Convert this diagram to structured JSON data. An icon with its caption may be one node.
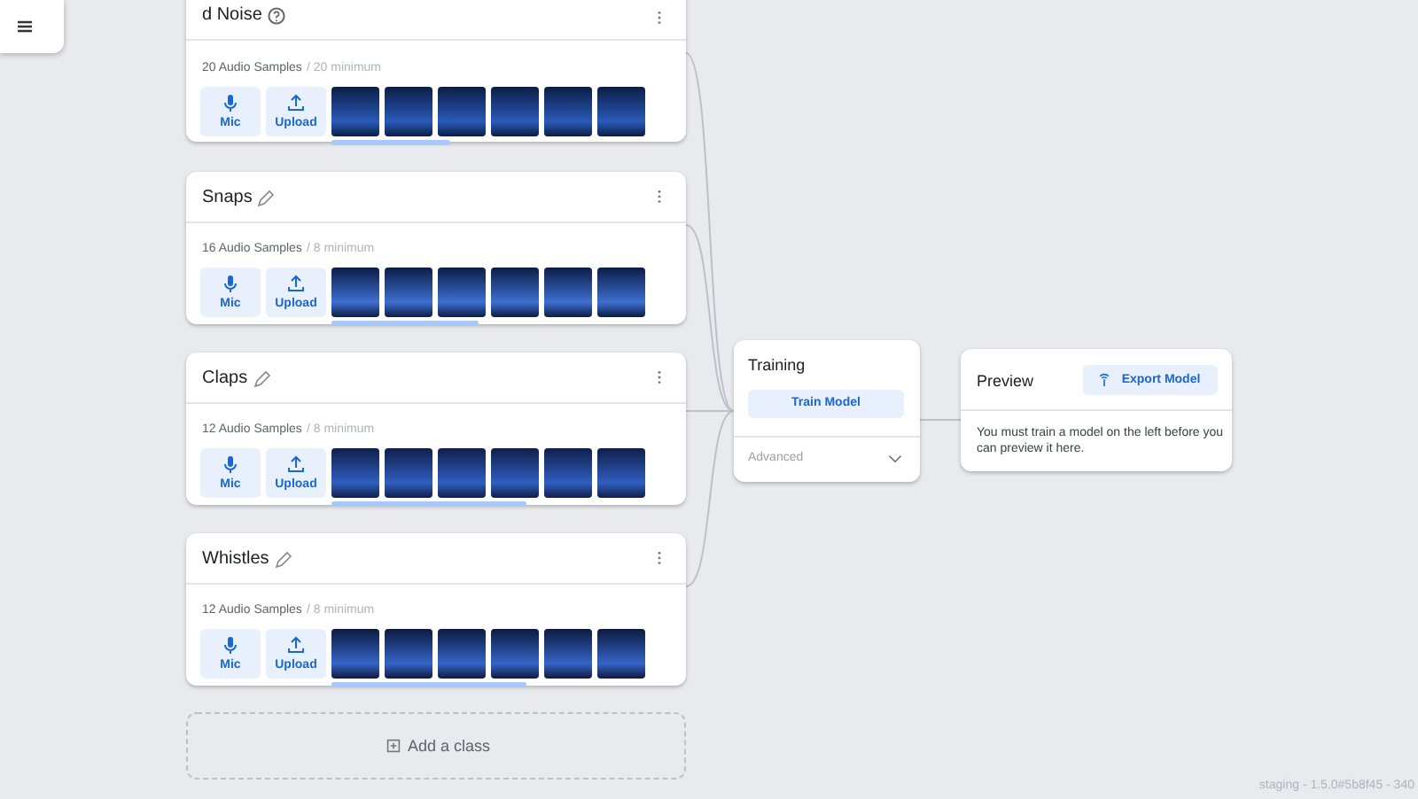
{
  "diagram": {
    "nodes": [
      {
        "text": [
          "d Noise",
          "20 Audio Samples",
          "/ 20 minimum"
        ]
      },
      {
        "text": [
          "Mic"
        ],
        "in": 0
      },
      {
        "text": [
          "Upload"
        ],
        "in": 0
      },
      {
        "text": [
          "Snaps",
          "16 Audio Samples",
          "/ 8 minimum"
        ]
      },
      {
        "text": [
          "Mic"
        ],
        "in": 3
      },
      {
        "text": [
          "Upload"
        ],
        "in": 3
      },
      {
        "text": [
          "Claps",
          "12 Audio Samples",
          "/ 8 minimum"
        ]
      },
      {
        "text": [
          "Mic"
        ],
        "in": 6
      },
      {
        "text": [
          "Upload"
        ],
        "in": 6
      },
      {
        "text": [
          "Whistles",
          "12 Audio Samples",
          "/ 8 minimum"
        ]
      },
      {
        "text": [
          "Mic"
        ],
        "in": 9
      },
      {
        "text": [
          "Upload"
        ],
        "in": 9
      },
      {
        "text": [
          "Add a class"
        ]
      },
      {
        "text": [
          "Training",
          "Advanced"
        ]
      },
      {
        "text": [
          "Train Model"
        ],
        "in": 13
      },
      {
        "text": [
          "Preview",
          "You must train a model on the left before you can preview it here."
        ]
      },
      {
        "text": [
          "Export Model"
        ],
        "in": 15
      }
    ],
    "edges": [
      {
        "from": 0,
        "to": 13,
        "arrow": "none"
      },
      {
        "from": 3,
        "to": 13,
        "arrow": "none"
      },
      {
        "from": 6,
        "to": 13,
        "arrow": "none"
      },
      {
        "from": 9,
        "to": 13,
        "arrow": "none"
      },
      {
        "from": 13,
        "to": 15,
        "arrow": "none"
      }
    ],
    "labels": [
      "staging - 1.5.0#5b8f45 - 340"
    ]
  }
}
